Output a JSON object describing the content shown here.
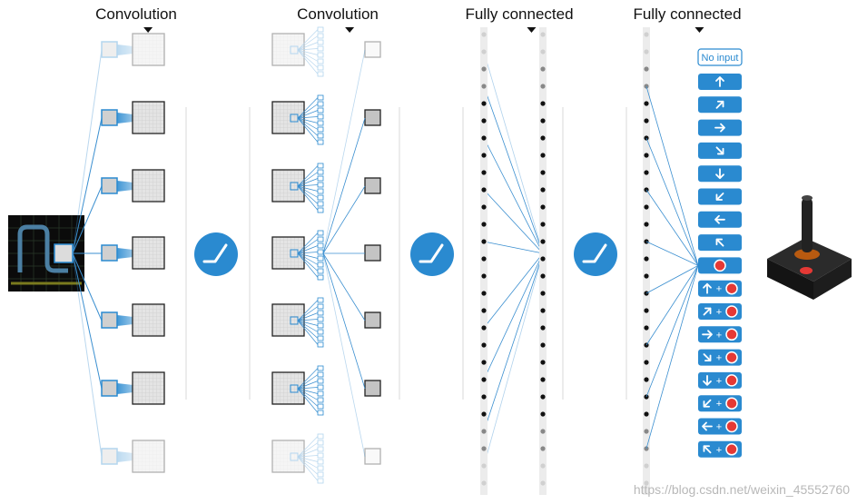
{
  "layers": [
    {
      "title": "Convolution"
    },
    {
      "title": "Convolution"
    },
    {
      "title": "Fully connected"
    },
    {
      "title": "Fully connected"
    }
  ],
  "outputs": {
    "no_input_label": "No input",
    "actions": [
      {
        "name": "up",
        "fire": false
      },
      {
        "name": "up-right",
        "fire": false
      },
      {
        "name": "right",
        "fire": false
      },
      {
        "name": "down-right",
        "fire": false
      },
      {
        "name": "down",
        "fire": false
      },
      {
        "name": "down-left",
        "fire": false
      },
      {
        "name": "left",
        "fire": false
      },
      {
        "name": "up-left",
        "fire": false
      },
      {
        "name": "fire",
        "fire": true
      },
      {
        "name": "up",
        "fire": true
      },
      {
        "name": "up-right",
        "fire": true
      },
      {
        "name": "right",
        "fire": true
      },
      {
        "name": "down-right",
        "fire": true
      },
      {
        "name": "down",
        "fire": true
      },
      {
        "name": "down-left",
        "fire": true
      },
      {
        "name": "left",
        "fire": true
      },
      {
        "name": "up-left",
        "fire": true
      }
    ],
    "plus_sign": "+"
  },
  "colors": {
    "accent": "#2a8ad0",
    "line": "#3b8fd0",
    "dark": "#222222",
    "grid": "#bbbbbb"
  },
  "watermark": "https://blog.csdn.net/weixin_45552760"
}
